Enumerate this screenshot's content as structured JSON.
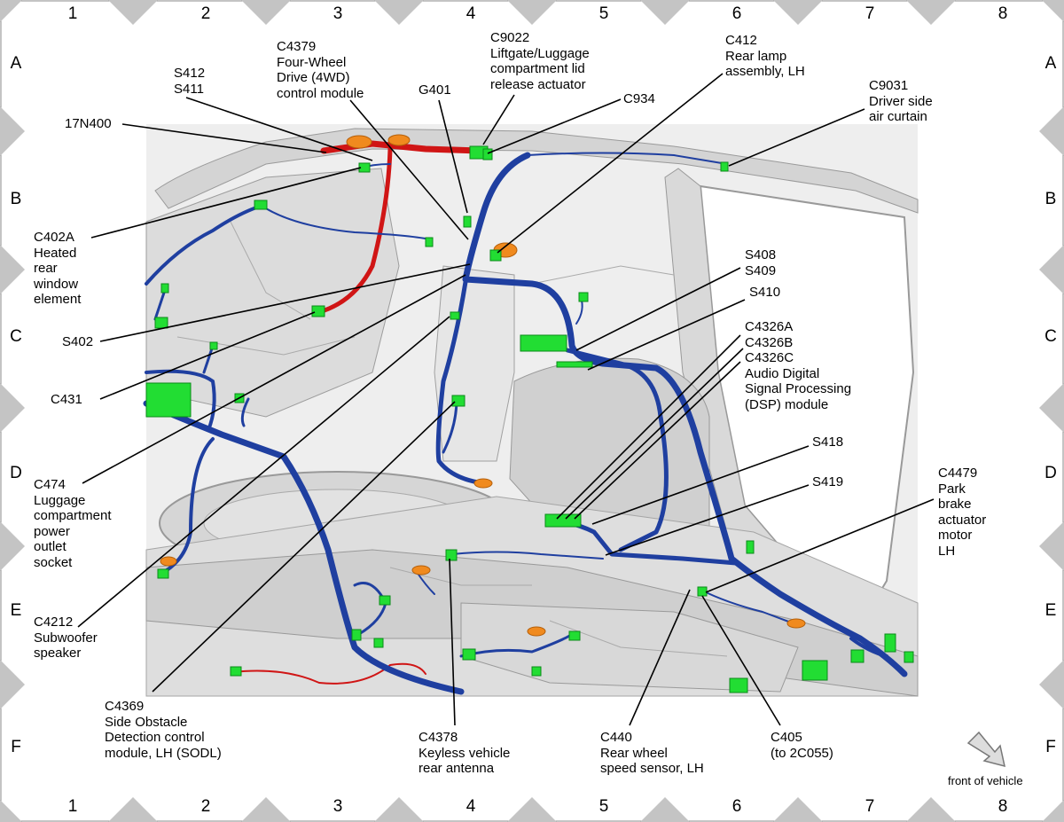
{
  "grid": {
    "columns": [
      "1",
      "2",
      "3",
      "4",
      "5",
      "6",
      "7",
      "8"
    ],
    "rows": [
      "A",
      "B",
      "C",
      "D",
      "E",
      "F"
    ]
  },
  "callouts": {
    "c4379": "C4379\nFour-Wheel\nDrive (4WD)\ncontrol module",
    "c9022": "C9022\nLiftgate/Luggage\ncompartment lid\nrelease actuator",
    "c412": "C412\nRear lamp\nassembly, LH",
    "s412": "S412\nS411",
    "g401": "G401",
    "c934": "C934",
    "c9031": "C9031\nDriver side\nair curtain",
    "n17n400": "17N400",
    "c402a": "C402A\nHeated\nrear\nwindow\nelement",
    "s408": "S408\nS409",
    "s410": "S410",
    "s402": "S402",
    "c4326": "C4326A\nC4326B\nC4326C\nAudio Digital\nSignal Processing\n(DSP) module",
    "c431": "C431",
    "s418": "S418",
    "c474": "C474\nLuggage\ncompartment\npower\noutlet\nsocket",
    "s419": "S419",
    "c4479": "C4479\nPark\nbrake\nactuator\nmotor\nLH",
    "c4212": "C4212\nSubwoofer\nspeaker",
    "c4369": "C4369\nSide Obstacle\nDetection control\nmodule, LH (SODL)",
    "c4378": "C4378\nKeyless vehicle\nrear antenna",
    "c440": "C440\nRear wheel\nspeed sensor, LH",
    "c405": "C405\n(to 2C055)"
  },
  "front_label": "front of vehicle",
  "colors": {
    "harness_blue": "#1f3fa0",
    "harness_red": "#d01515",
    "connector_green": "#22dd33",
    "grommet_orange": "#f08a1e",
    "body_gray": "#d8d8d8",
    "frame_gray": "#c4c4c4"
  }
}
